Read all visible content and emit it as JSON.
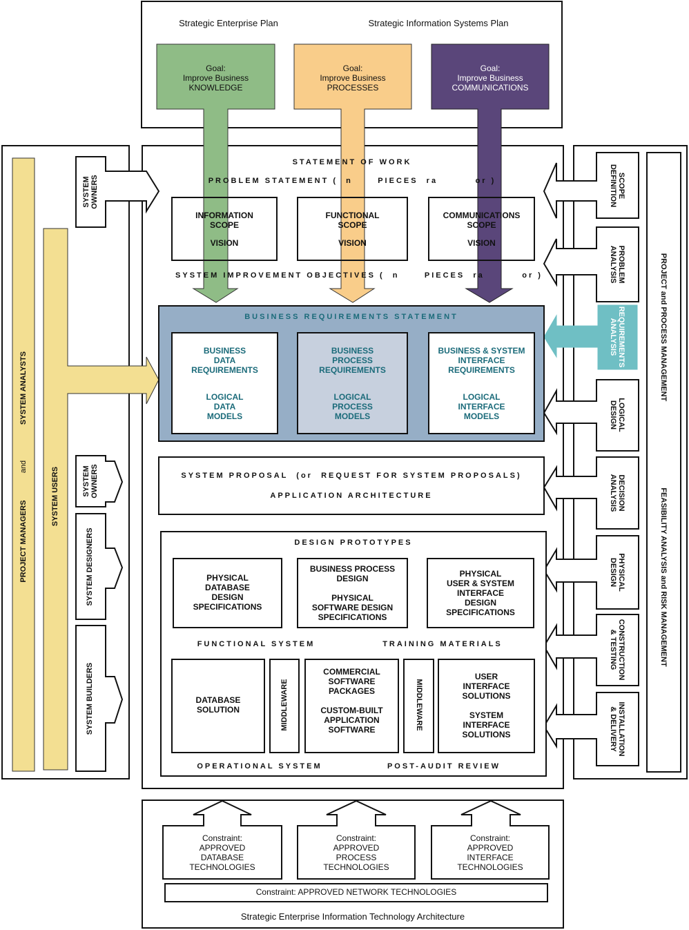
{
  "colors": {
    "green": "#8fbc86",
    "orange": "#f9cd8a",
    "purple": "#5a467a",
    "yellow": "#f3df92",
    "brs_bg": "#96aec6",
    "teal": "#6fbfc4",
    "teal_text": "#1b6b7a",
    "process_box": "#c7d0de"
  },
  "top": {
    "left_title": "Strategic Enterprise Plan",
    "right_title": "Strategic Information Systems Plan",
    "goals": [
      {
        "text": "Goal:\nImprove Business\nKNOWLEDGE",
        "color": "green"
      },
      {
        "text": "Goal:\nImprove Business\nPROCESSES",
        "color": "orange"
      },
      {
        "text": "Goal:\nImprove Business\nCOMMUNICATIONS",
        "color": "purple"
      }
    ]
  },
  "center": {
    "statement_of_work": "STATEMENT OF WORK",
    "problem_statement": "PROBLEM STATEMENT (  n      PIECES  ra         or )",
    "scopes": [
      {
        "title": "INFORMATION\nSCOPE",
        "vision": "VISION"
      },
      {
        "title": "FUNCTIONAL\nSCOPE",
        "vision": "VISION"
      },
      {
        "title": "COMMUNICATIONS\nSCOPE",
        "vision": "VISION"
      }
    ],
    "improvement_objectives": "SYSTEM IMPROVEMENT OBJECTIVES (  n      PIECES  ra         or )",
    "brs_title": "BUSINESS REQUIREMENTS STATEMENT",
    "requirements": [
      {
        "req": "BUSINESS\nDATA\nREQUIREMENTS",
        "model": "LOGICAL\nDATA\nMODELS"
      },
      {
        "req": "BUSINESS\nPROCESS\nREQUIREMENTS",
        "model": "LOGICAL\nPROCESS\nMODELS"
      },
      {
        "req": "BUSINESS & SYSTEM\nINTERFACE\nREQUIREMENTS",
        "model": "LOGICAL\nINTERFACE\nMODELS"
      }
    ],
    "proposal": "SYSTEM PROPOSAL  (or  REQUEST FOR SYSTEM PROPOSALS)",
    "architecture": "APPLICATION ARCHITECTURE",
    "design_prototypes": "DESIGN PROTOTYPES",
    "designs": [
      "PHYSICAL\nDATABASE\nDESIGN\nSPECIFICATIONS",
      "BUSINESS PROCESS\nDESIGN\n\nPHYSICAL\nSOFTWARE DESIGN\nSPECIFICATIONS",
      "PHYSICAL\nUSER & SYSTEM\nINTERFACE\nDESIGN\nSPECIFICATIONS"
    ],
    "functional_system": "FUNCTIONAL SYSTEM",
    "training_materials": "TRAINING MATERIALS",
    "solutions": {
      "database": "DATABASE\nSOLUTION",
      "middleware1": "MIDDLEWARE",
      "commercial": "COMMERCIAL\nSOFTWARE\nPACKAGES\n\nCUSTOM-BUILT\nAPPLICATION\nSOFTWARE",
      "middleware2": "MIDDLEWARE",
      "user": "USER\nINTERFACE\nSOLUTIONS\n\nSYSTEM\nINTERFACE\nSOLUTIONS"
    },
    "operational_system": "OPERATIONAL SYSTEM",
    "post_audit": "POST-AUDIT REVIEW"
  },
  "left": {
    "pm": "PROJECT MANAGERS",
    "and": "and",
    "analysts": "SYSTEM ANALYSTS",
    "users": "SYSTEM USERS",
    "owners_top": "SYSTEM\nOWNERS",
    "owners": "SYSTEM\nOWNERS",
    "designers": "SYSTEM DESIGNERS",
    "builders": "SYSTEM BUILDERS"
  },
  "right": {
    "phases": [
      "SCOPE\nDEFINITION",
      "PROBLEM\nANALYSIS",
      "REQUIREMENTS\nANALYSIS",
      "LOGICAL\nDESIGN",
      "DECISION\nANALYSIS",
      "PHYSICAL\nDESIGN",
      "CONSTRUCTION\n& TESTING",
      "INSTALLATION\n& DELIVERY"
    ],
    "ppm": "PROJECT and PROCESS MANAGEMENT",
    "fa": "FEASIBILITY ANALYSIS and RISK MANAGEMENT"
  },
  "bottom": {
    "constraints": [
      "Constraint:\nAPPROVED\nDATABASE\nTECHNOLOGIES",
      "Constraint:\nAPPROVED\nPROCESS\nTECHNOLOGIES",
      "Constraint:\nAPPROVED\nINTERFACE\nTECHNOLOGIES"
    ],
    "network": "Constraint: APPROVED NETWORK TECHNOLOGIES",
    "title": "Strategic Enterprise Information Technology Architecture"
  }
}
